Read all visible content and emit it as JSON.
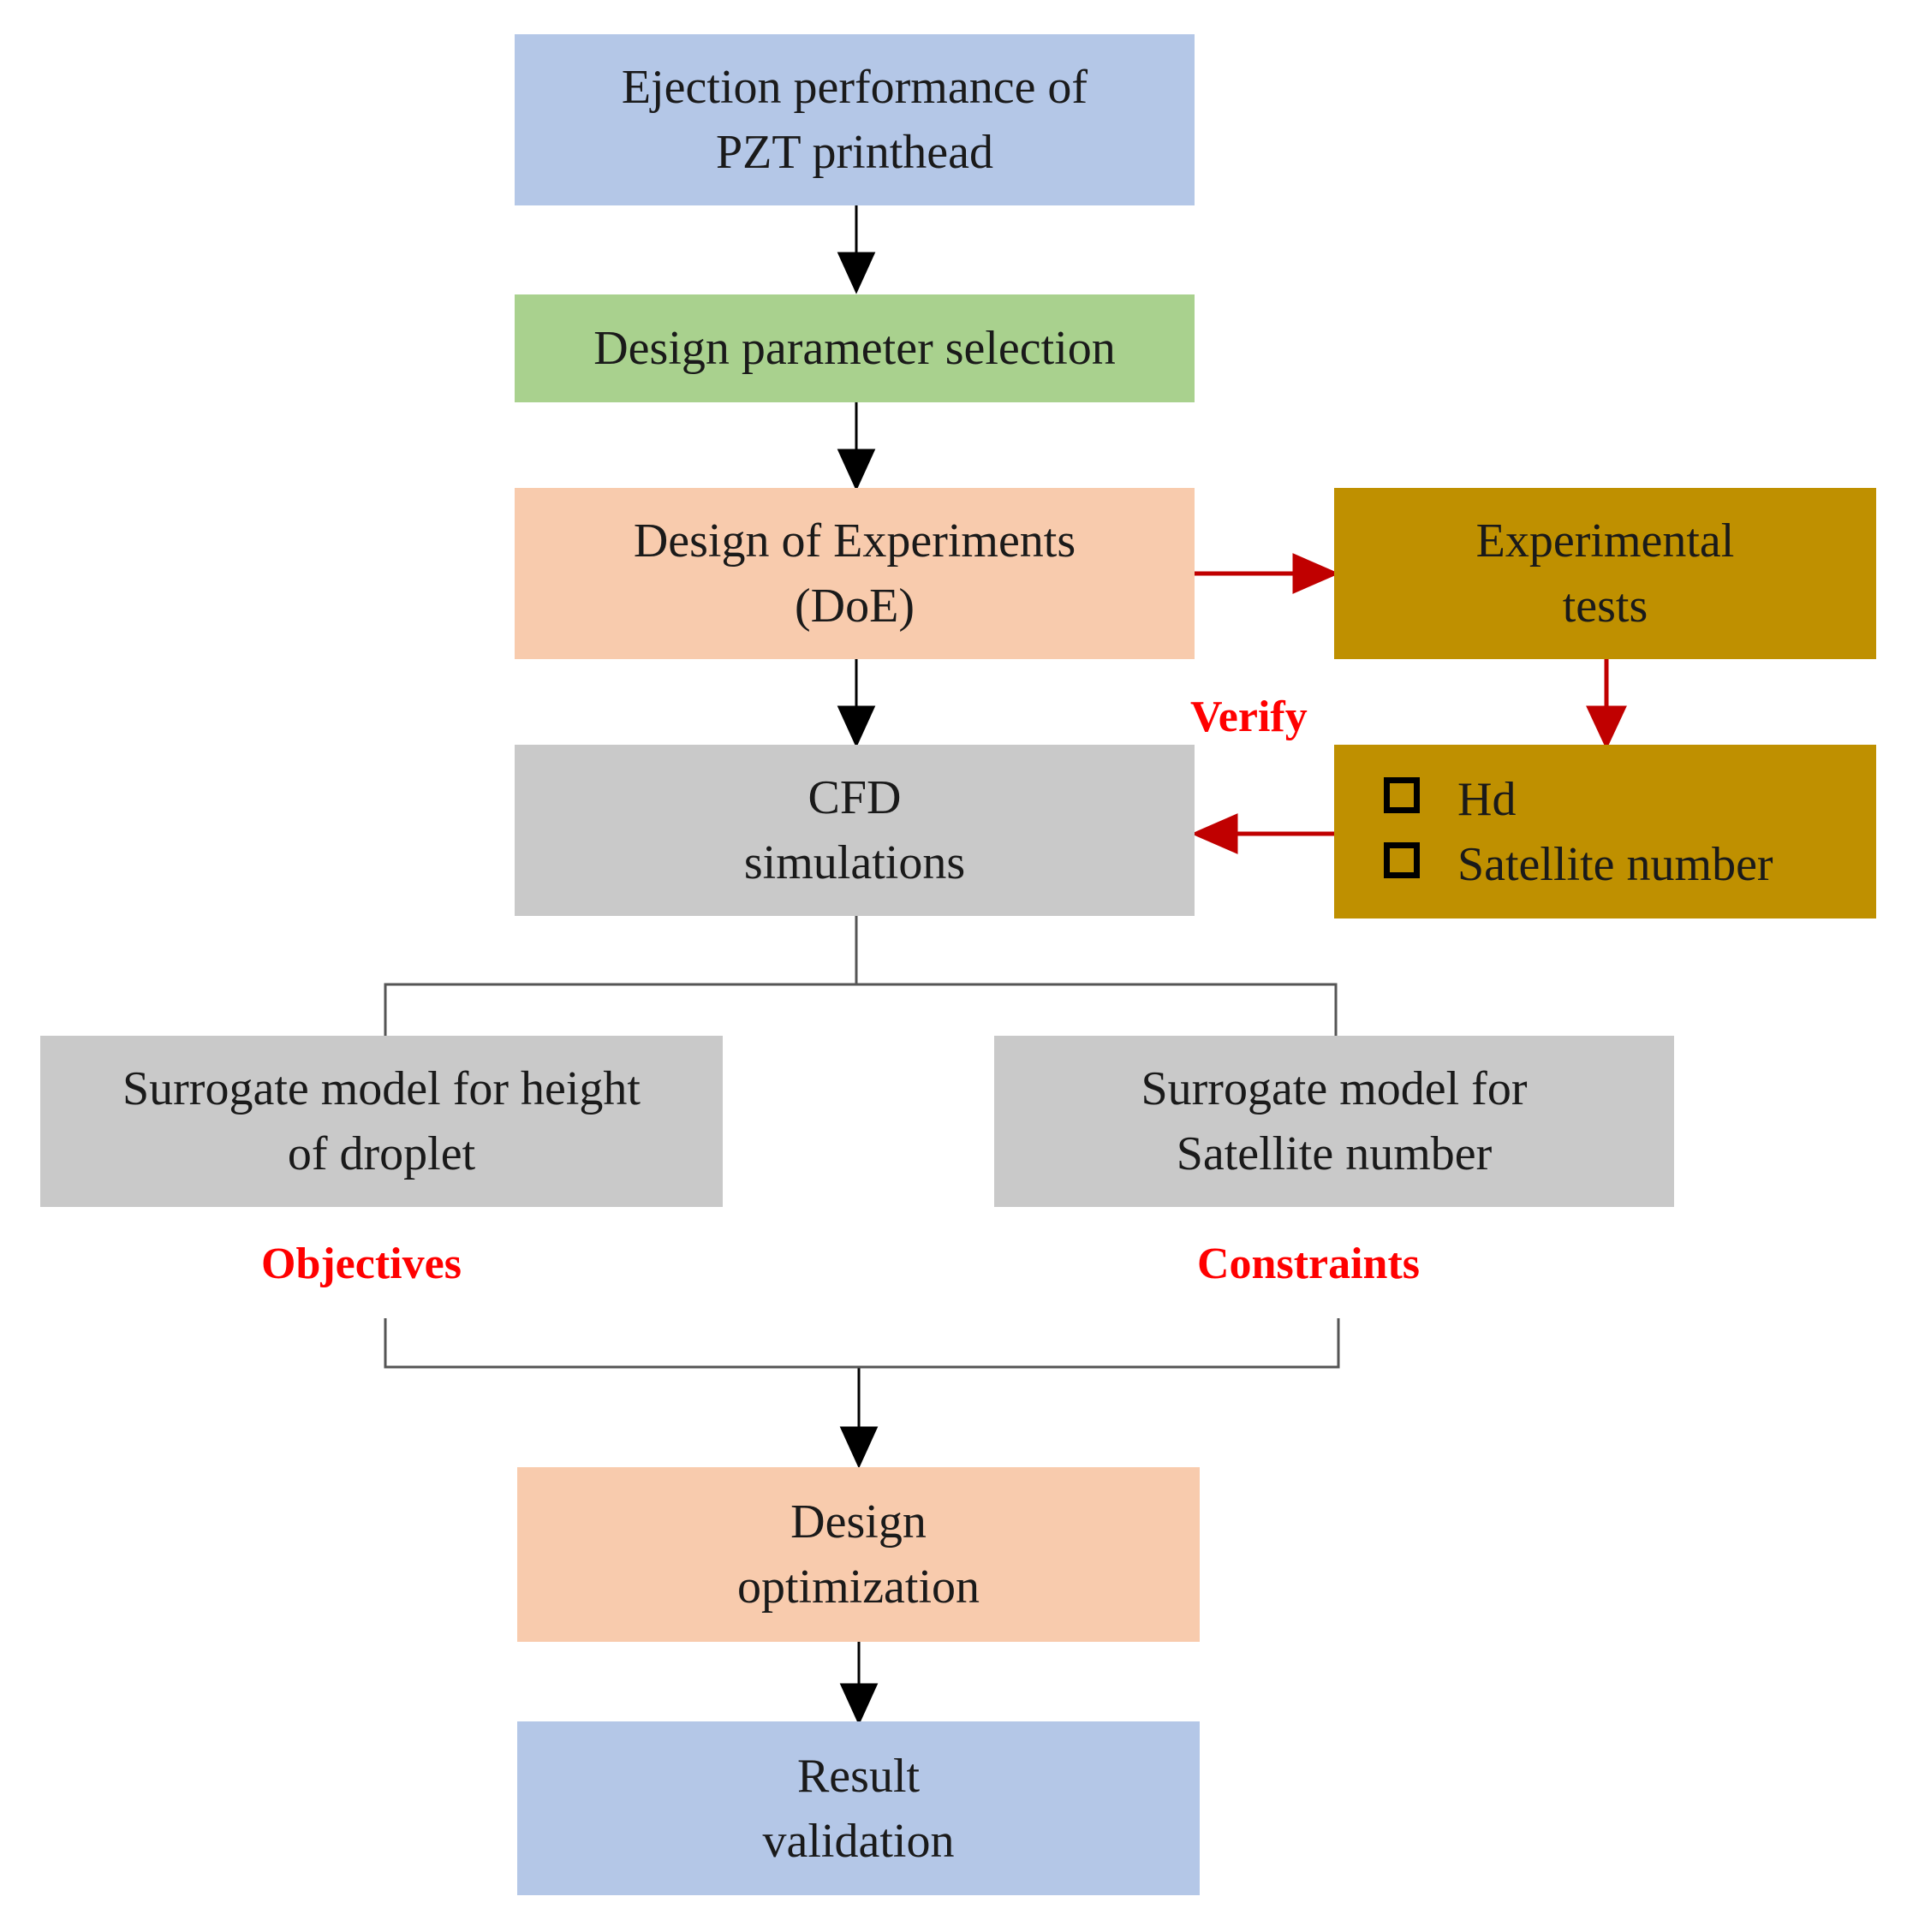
{
  "boxes": {
    "ejection": {
      "line1": "Ejection performance of",
      "line2": "PZT printhead"
    },
    "design_param": {
      "label": "Design parameter selection"
    },
    "doe": {
      "line1": "Design of Experiments",
      "line2": "(DoE)"
    },
    "experimental": {
      "line1": "Experimental",
      "line2": "tests"
    },
    "cfd": {
      "line1": "CFD",
      "line2": "simulations"
    },
    "measures": {
      "items": [
        "Hd",
        "Satellite number"
      ]
    },
    "surrogate_height": {
      "line1": "Surrogate model for height",
      "line2": "of droplet"
    },
    "surrogate_satellite": {
      "line1": "Surrogate model for",
      "line2": "Satellite number"
    },
    "design_opt": {
      "line1": "Design",
      "line2": "optimization"
    },
    "result": {
      "line1": "Result",
      "line2": "validation"
    }
  },
  "labels": {
    "verify": "Verify",
    "objectives": "Objectives",
    "constraints": "Constraints"
  },
  "colors": {
    "blue": "#b4c7e7",
    "green": "#a9d18e",
    "salmon": "#f8cbad",
    "gray": "#c9c9c9",
    "gold": "#bf9000",
    "red": "#ff0000",
    "arrow_red": "#c00000",
    "arrow_black": "#000000"
  },
  "icons": {
    "bullet": "checkbox-square-icon"
  }
}
